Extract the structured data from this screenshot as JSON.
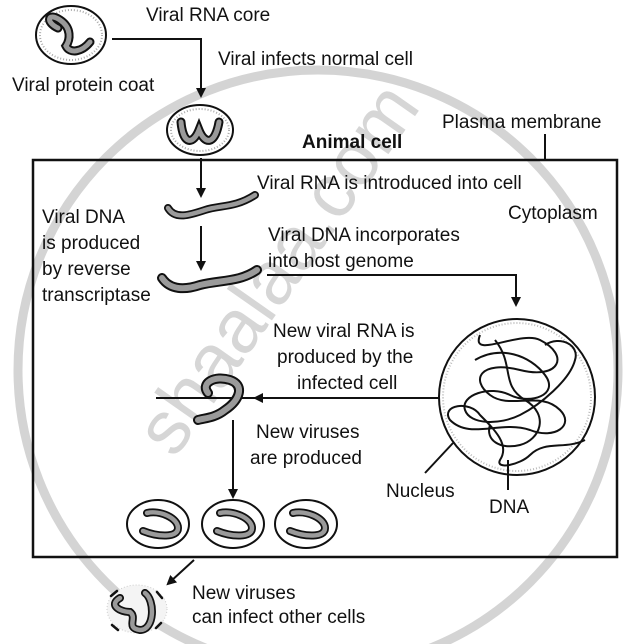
{
  "diagram": {
    "title": "Animal cell",
    "watermark": "shaalaa.com",
    "colors": {
      "ink": "#111111",
      "rna_fill": "#9a9a9a",
      "watermark": "#cfcfcf",
      "background": "#ffffff"
    },
    "labels": {
      "viral_rna_core": "Viral RNA core",
      "viral_protein_coat": "Viral protein coat",
      "viral_infects": "Viral infects normal cell",
      "plasma_membrane": "Plasma membrane",
      "animal_cell": "Animal cell",
      "rna_introduced": "Viral RNA is introduced into cell",
      "cytoplasm": "Cytoplasm",
      "viral_dna_line1": "Viral DNA",
      "viral_dna_line2": "is produced",
      "viral_dna_line3": "by reverse",
      "viral_dna_line4": "transcriptase",
      "incorporates_line1": "Viral DNA incorporates",
      "incorporates_line2": "into host genome",
      "new_rna_line1": "New viral RNA is",
      "new_rna_line2": "produced by the",
      "new_rna_line3": "infected cell",
      "new_viruses_line1": "New viruses",
      "new_viruses_line2": "are produced",
      "nucleus": "Nucleus",
      "dna": "DNA",
      "infect_other_line1": "New viruses",
      "infect_other_line2": "can infect other cells"
    },
    "icons": [
      "virus-particle-icon",
      "virus-entering-icon",
      "viral-rna-strand-icon",
      "viral-dna-strand-icon",
      "nucleus-dna-icon",
      "new-viral-rna-icon",
      "new-virus-icon",
      "released-virus-icon"
    ]
  }
}
